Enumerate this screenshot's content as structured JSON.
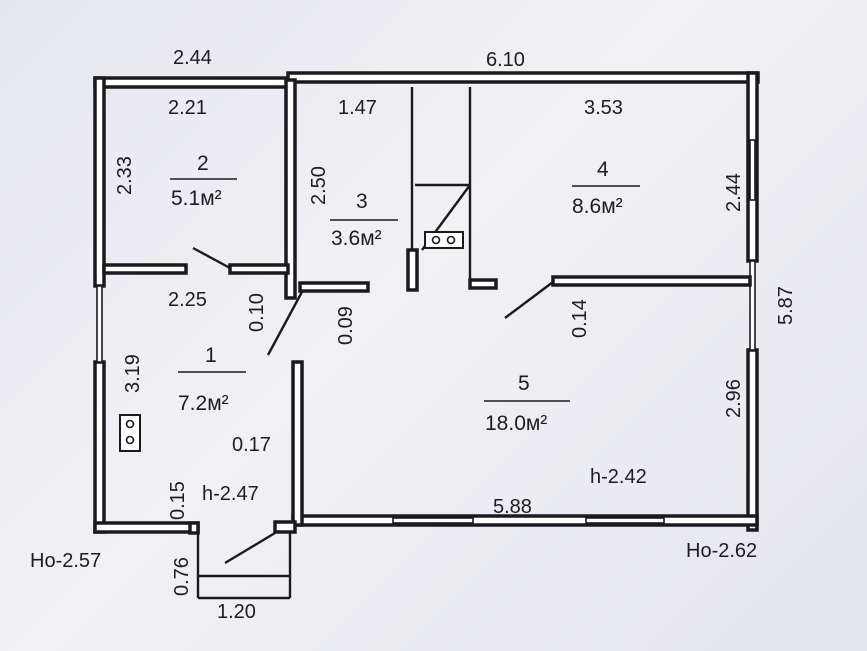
{
  "plan": {
    "dimensions": {
      "top_left_outer": "2.44",
      "top_right_outer": "6.10",
      "room2_top": "2.21",
      "room3_top": "1.47",
      "room4_top": "3.53",
      "room2_side": "2.33",
      "room3_side": "2.50",
      "room4_side": "2.44",
      "right_outer": "5.87",
      "room5_side": "2.96",
      "room1_side": "3.19",
      "room1_width": "2.25",
      "partition_010": "0.10",
      "partition_009": "0.09",
      "partition_014": "0.14",
      "partition_017": "0.17",
      "partition_015": "0.15",
      "porch_depth": "0.76",
      "porch_width": "1.20",
      "bottom_room5": "5.88"
    },
    "heights": {
      "room1": "h-2.47",
      "room5": "h-2.42",
      "outer_left": "Ho-2.57",
      "outer_right": "Ho-2.62"
    },
    "rooms": [
      {
        "number": "2",
        "area": "5.1м²"
      },
      {
        "number": "3",
        "area": "3.6м²"
      },
      {
        "number": "4",
        "area": "8.6м²"
      },
      {
        "number": "1",
        "area": "7.2м²"
      },
      {
        "number": "5",
        "area": "18.0м²"
      }
    ]
  }
}
